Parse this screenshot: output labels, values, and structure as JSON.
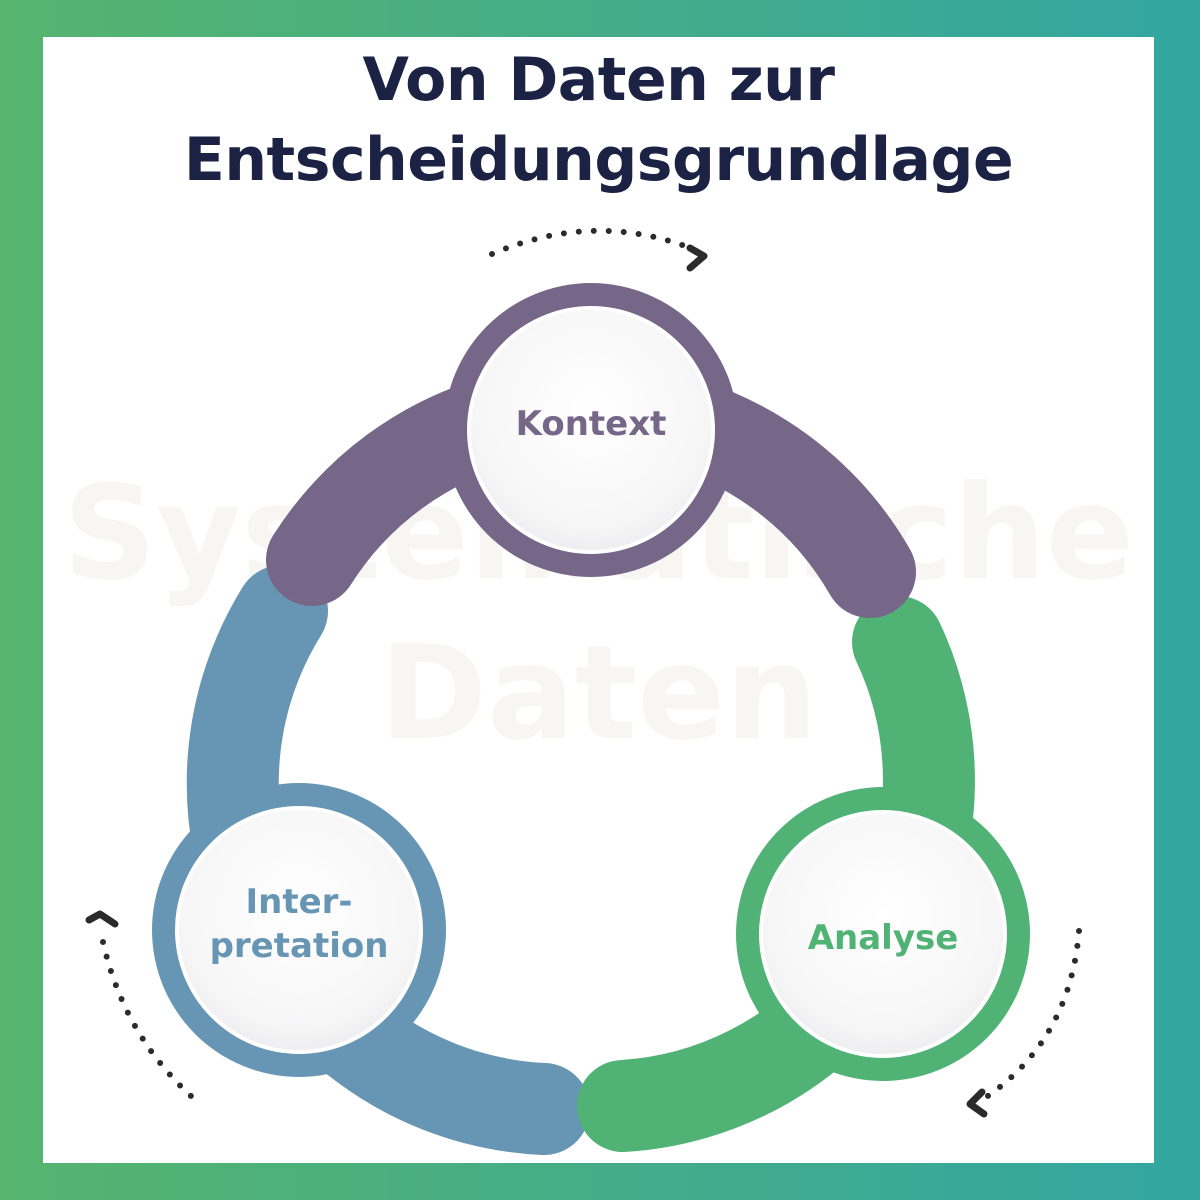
{
  "title": {
    "line1": "Von Daten zur",
    "line2": "Entscheidungsgrundlage"
  },
  "watermark": {
    "line1": "Systematische",
    "line2": "Daten"
  },
  "nodes": {
    "kontext": {
      "label": "Kontext",
      "color": "#766687"
    },
    "analyse": {
      "label": "Analyse",
      "color": "#50b275"
    },
    "interpretation": {
      "label_line1": "Inter-",
      "label_line2": "pretation",
      "color": "#6696b4"
    }
  },
  "colors": {
    "title": "#1b2243",
    "background_gradient": [
      "#56b46e",
      "#33a6a2"
    ],
    "arrow": "#2b2b2b"
  },
  "icons": [
    "cycle-arrow-icon",
    "chevron-right-icon",
    "chevron-down-icon",
    "chevron-up-icon"
  ]
}
